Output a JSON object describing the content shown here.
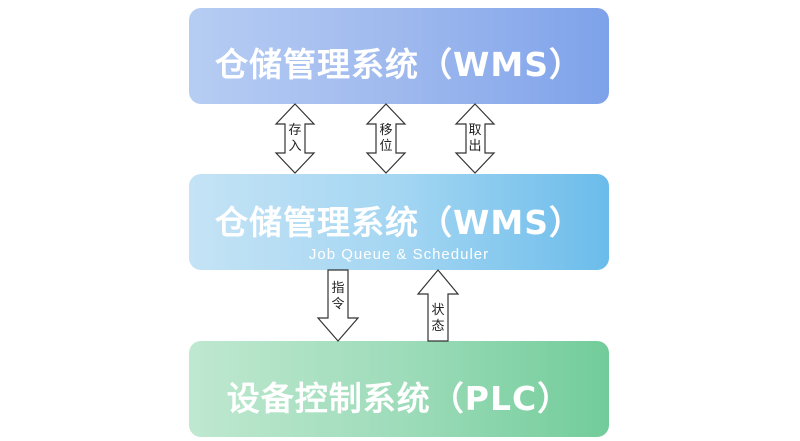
{
  "diagram": {
    "top_box": {
      "title": "仓储管理系统（WMS）"
    },
    "middle_box": {
      "title": "仓储管理系统（WMS）",
      "subtitle": "Job Queue & Scheduler"
    },
    "bottom_box": {
      "title": "设备控制系统（PLC）"
    },
    "upper_arrows": [
      {
        "label": "存入",
        "direction": "both"
      },
      {
        "label": "移位",
        "direction": "both"
      },
      {
        "label": "取出",
        "direction": "both"
      }
    ],
    "lower_arrows": [
      {
        "label": "指令",
        "direction": "down"
      },
      {
        "label": "状态",
        "direction": "up"
      }
    ],
    "colors": {
      "top_box": "#9fb9ee",
      "middle_box": "#a4d6f2",
      "bottom_box": "#9edcba",
      "arrow_fill": "#ffffff",
      "arrow_stroke": "#333333"
    }
  }
}
